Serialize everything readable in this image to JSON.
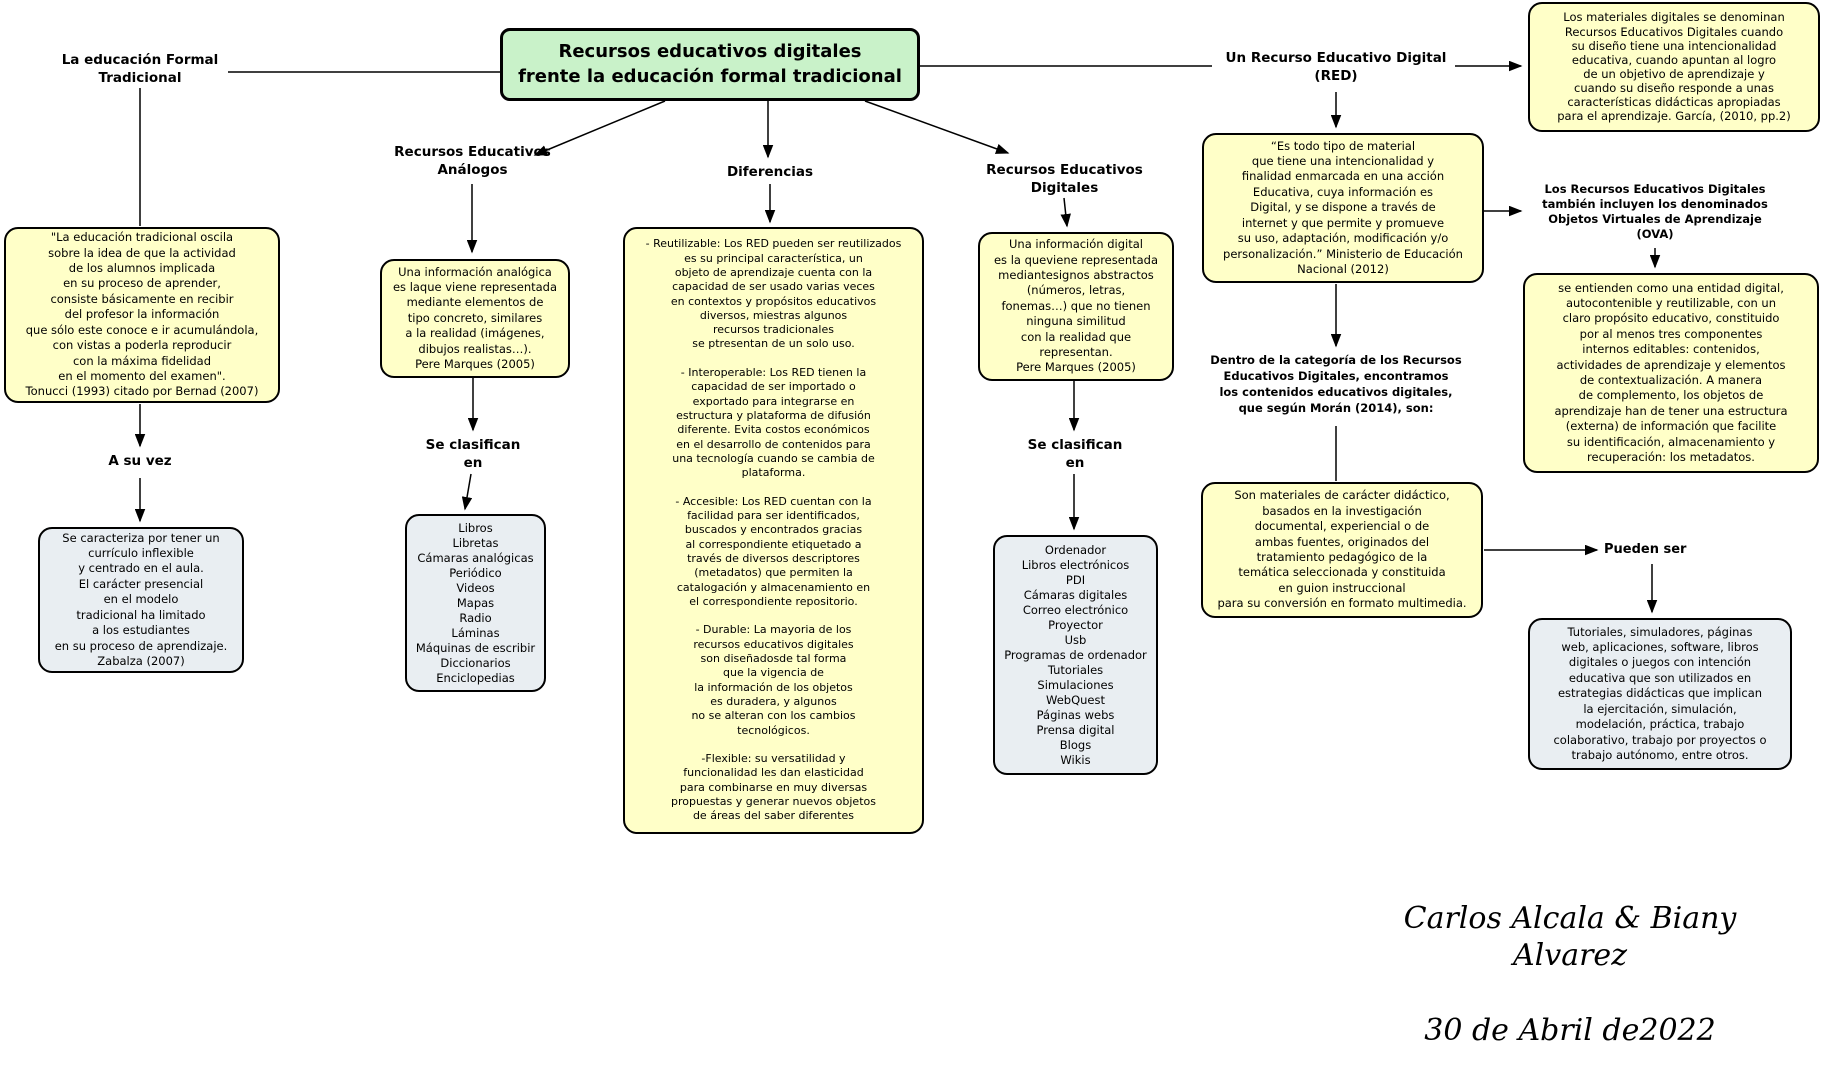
{
  "title": "Recursos educativos digitales\nfrente la educación formal tradicional",
  "colors": {
    "title_bg": "#C9F2C9",
    "concept_yellow": "#FFFFC8",
    "concept_gray": "#E9EEF2",
    "border": "#000000"
  },
  "traditional_branch": {
    "label": "La educación Formal\nTradicional",
    "quote_box": "\"La educación tradicional oscila\nsobre la idea de que la actividad\nde los alumnos implicada\nen su proceso de aprender,\nconsiste básicamente en recibir\ndel profesor la información\nque sólo este conoce e ir acumulándola,\ncon vistas a poderla reproducir\ncon la máxima fidelidad\nen el momento del examen\".\nTonucci (1993) citado por Bernad (2007)",
    "connector": "A su vez",
    "characteristics_box": "Se caracteriza por tener un\ncurrículo inflexible\ny centrado en el aula.\nEl carácter presencial\nen el modelo\ntradicional ha limitado\na los estudiantes\nen su proceso de aprendizaje.\nZabalza (2007)"
  },
  "analog_branch": {
    "label": "Recursos Educativos\nAnálogos",
    "definition_box": "Una información analógica\nes laque viene representada\nmediante elementos de\ntipo concreto, similares\na la realidad (imágenes,\ndibujos realistas…).\nPere Marques (2005)",
    "connector": "Se clasifican\nen",
    "items": [
      "Libros",
      "Libretas",
      "Cámaras analógicas",
      "Periódico",
      "Videos",
      "Mapas",
      "Radio",
      "Láminas",
      "Máquinas de escribir",
      "Diccionarios",
      "Enciclopedias"
    ]
  },
  "differences_branch": {
    "label": "Diferencias",
    "box": "- Reutilizable: Los RED pueden ser reutilizados\nes su principal característica, un\nobjeto de aprendizaje cuenta con la\ncapacidad de ser usado varias veces\nen contextos y propósitos educativos\ndiversos, miestras algunos\nrecursos tradicionales\nse ptresentan de un solo uso.\n\n- Interoperable: Los RED tienen la\ncapacidad de ser importado o\nexportado para integrarse en\nestructura y plataforma de difusión\ndiferente. Evita costos económicos\nen el desarrollo de contenidos para\nuna tecnología cuando se cambia de\nplataforma.\n\n- Accesible: Los RED cuentan con la\nfacilidad para ser identificados,\nbuscados y encontrados gracias\nal correspondiente etiquetado a\ntravés de diversos descriptores\n(metadatos) que permiten la\ncatalogación y almacenamiento en\nel correspondiente repositorio.\n\n- Durable: La mayoria de los\nrecursos educativos digitales\nson diseñadosde tal forma\nque la vigencia de\nla información de los objetos\nes duradera, y algunos\nno se alteran con los cambios\ntecnológicos.\n\n-Flexible: su versatilidad y\nfuncionalidad les dan elasticidad\npara combinarse en muy diversas\npropuestas y generar nuevos objetos\nde áreas del saber diferentes"
  },
  "digital_branch": {
    "label": "Recursos Educativos\nDigitales",
    "definition_box": "Una información digital\nes la queviene representada\nmediantesignos abstractos\n(números, letras,\nfonemas…) que no tienen\nninguna similitud\ncon la realidad que\nrepresentan.\nPere Marques (2005)",
    "connector": "Se clasifican\nen",
    "items": [
      "Ordenador",
      "Libros electrónicos",
      "PDI",
      "Cámaras digitales",
      "Correo electrónico",
      "Proyector",
      "Usb",
      "Programas de ordenador",
      "Tutoriales",
      "Simulaciones",
      "WebQuest",
      "Páginas webs",
      "Prensa digital",
      "Blogs",
      "Wikis"
    ]
  },
  "red_branch": {
    "label": "Un Recurso Educativo Digital\n(RED)",
    "definition_box": "“Es todo tipo de material\nque tiene una intencionalidad y\nfinalidad enmarcada en una acción\nEducativa, cuya información es\nDigital, y se dispone a través de\ninternet y que permite y promueve\nsu uso, adaptación, modificación y/o\npersonalización.” Ministerio de Educación\nNacional (2012)",
    "denomination_box": "Los materiales digitales se denominan\nRecursos Educativos Digitales cuando\nsu diseño tiene una intencionalidad\neducativa, cuando apuntan al logro\nde un objetivo de aprendizaje y\ncuando su diseño responde a unas\ncaracterísticas didácticas apropiadas\npara el aprendizaje. García, (2010, pp.2)",
    "category_note": "Dentro de la categoría de los Recursos\nEducativos Digitales, encontramos\nlos contenidos educativos digitales,\nque según Morán (2014), son:",
    "materials_box": "Son materiales de carácter didáctico,\nbasados en la investigación\ndocumental, experiencial o de\nambas fuentes, originados del\ntratamiento pedagógico de la\ntemática seleccionada y constituida\nen guion instruccional\npara su conversión en formato multimedia.",
    "pueden_ser_label": "Pueden ser",
    "examples_box": "Tutoriales, simuladores, páginas\nweb, aplicaciones, software, libros\ndigitales o juegos con intención\neducativa que son utilizados en\nestrategias didácticas que implican\nla ejercitación, simulación,\nmodelación, práctica, trabajo\ncolaborativo, trabajo por proyectos o\ntrabajo autónomo, entre otros."
  },
  "ova_branch": {
    "label": "Los Recursos Educativos Digitales\ntambién incluyen los denominados\nObjetos Virtuales de Aprendizaje\n(OVA)",
    "definition_box": "se entienden como una entidad digital,\nautocontenible y reutilizable, con un\nclaro propósito educativo, constituido\npor al menos tres componentes\ninternos editables: contenidos,\nactividades de aprendizaje y elementos\nde contextualización. A manera\nde complemento, los objetos de\naprendizaje han de tener una estructura\n(externa) de información que facilite\nsu identificación, almacenamiento y\nrecuperación: los metadatos."
  },
  "signature": {
    "authors": "Carlos Alcala & Biany Alvarez",
    "date": "30 de Abril de2022"
  }
}
